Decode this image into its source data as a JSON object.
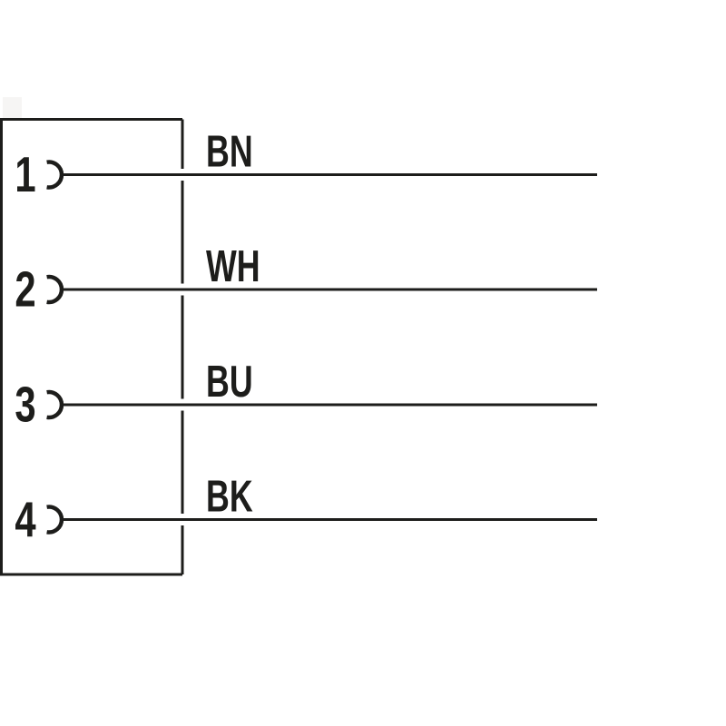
{
  "diagram": {
    "kind": "connector-pinout-wiring-diagram",
    "colors": {
      "stroke": "#1d1d1b",
      "background": "#ffffff",
      "smudge": "#f6f5f4"
    },
    "icons": {
      "pin_contact": "socket-contact-open-arc"
    },
    "pins": [
      {
        "number": "1",
        "wire_color_code": "BN"
      },
      {
        "number": "2",
        "wire_color_code": "WH"
      },
      {
        "number": "3",
        "wire_color_code": "BU"
      },
      {
        "number": "4",
        "wire_color_code": "BK"
      }
    ]
  }
}
